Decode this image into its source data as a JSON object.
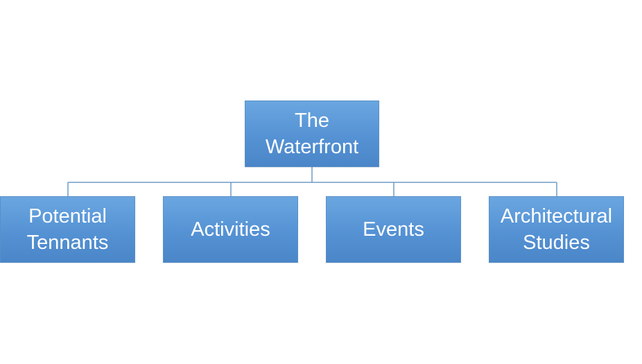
{
  "diagram": {
    "root": {
      "label": "The\nWaterfront"
    },
    "children": [
      {
        "label": "Potential\nTennants"
      },
      {
        "label": "Activities"
      },
      {
        "label": "Events"
      },
      {
        "label": "Architectural\nStudies"
      }
    ]
  },
  "colors": {
    "node_fill": "#5b9bd5",
    "node_text": "#ffffff",
    "connector": "#6f9bc9"
  }
}
